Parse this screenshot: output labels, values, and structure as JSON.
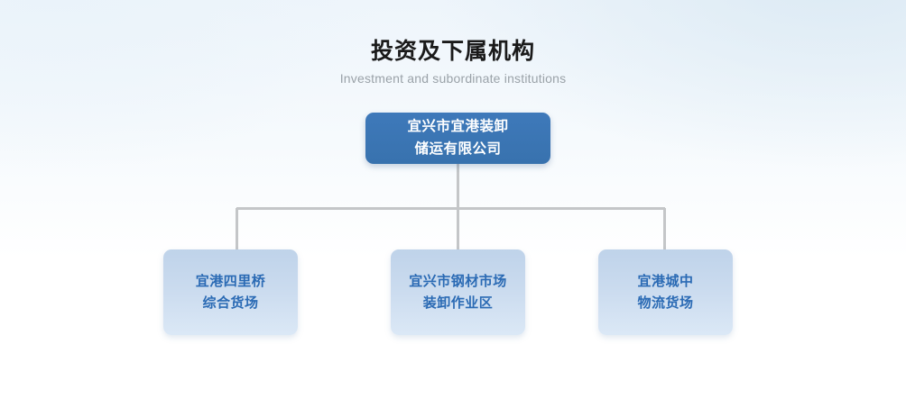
{
  "header": {
    "title": "投资及下属机构",
    "subtitle": "Investment and subordinate institutions"
  },
  "chart_data": {
    "type": "diagram",
    "diagram_type": "organization-chart",
    "title": "投资及下属机构",
    "subtitle": "Investment and subordinate institutions",
    "root": {
      "id": "root",
      "label": "宜兴市宜港装卸\n储运有限公司",
      "fill_color": "#3A74B5",
      "text_color": "#FFFFFF"
    },
    "children": [
      {
        "id": "child-0",
        "label": "宜港四里桥\n综合货场",
        "fill_color": "#C6D8EE",
        "text_color": "#2A6AB4"
      },
      {
        "id": "child-1",
        "label": "宜兴市钢材市场\n装卸作业区",
        "fill_color": "#C6D8EE",
        "text_color": "#2A6AB4"
      },
      {
        "id": "child-2",
        "label": "宜港城中\n物流货场",
        "fill_color": "#C6D8EE",
        "text_color": "#2A6AB4"
      }
    ],
    "connector_color": "#C4C6C8",
    "background_colors": [
      "#EEF5FB",
      "#DCEAF4",
      "#FFFFFF"
    ]
  }
}
